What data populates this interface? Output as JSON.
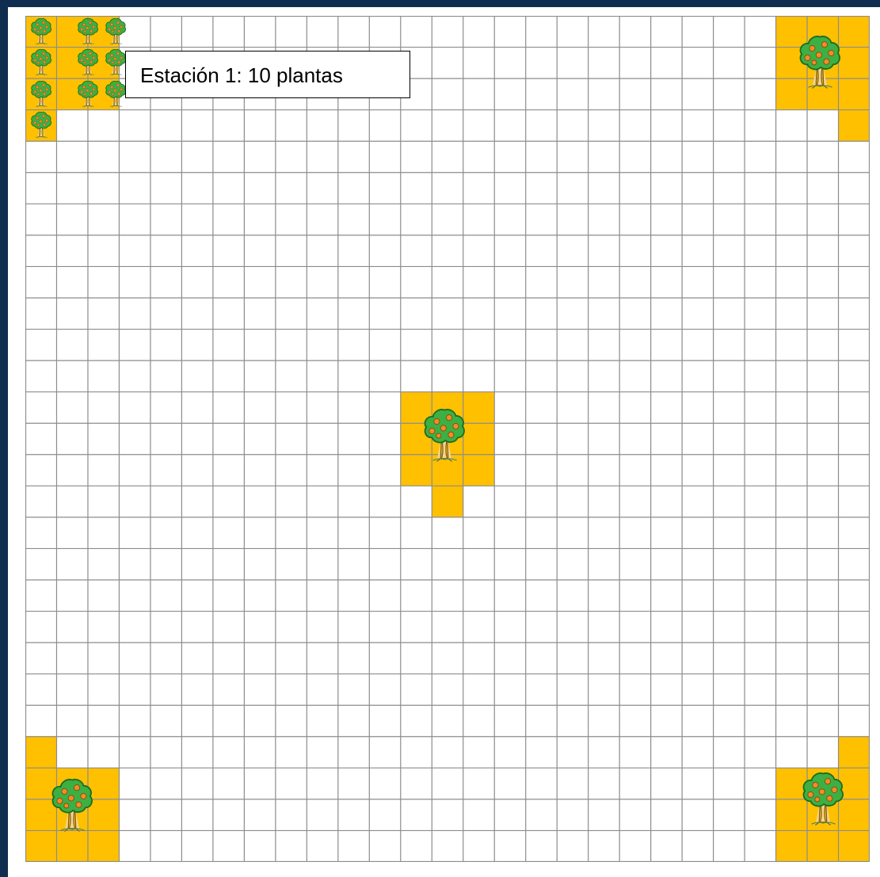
{
  "station_label": "Estación 1: 10 plantas",
  "colors": {
    "frame": "#0f2d4f",
    "cell_fill": "#ffc000",
    "grid_line": "#8c8c8c",
    "foliage": "#3cb043",
    "foliage_dark": "#1e6b1e",
    "fruit": "#f28c28",
    "trunk": "#f5d58a"
  },
  "grid": {
    "rows": 27,
    "cols": 27
  },
  "icons": {
    "tree": "fruit-tree-icon"
  },
  "stations": [
    {
      "name": "station-1-corner-top-left",
      "plants": 10
    },
    {
      "name": "station-corner-top-right",
      "plants": 1
    },
    {
      "name": "station-center",
      "plants": 1
    },
    {
      "name": "station-corner-bottom-left",
      "plants": 1
    },
    {
      "name": "station-corner-bottom-right",
      "plants": 1
    }
  ]
}
